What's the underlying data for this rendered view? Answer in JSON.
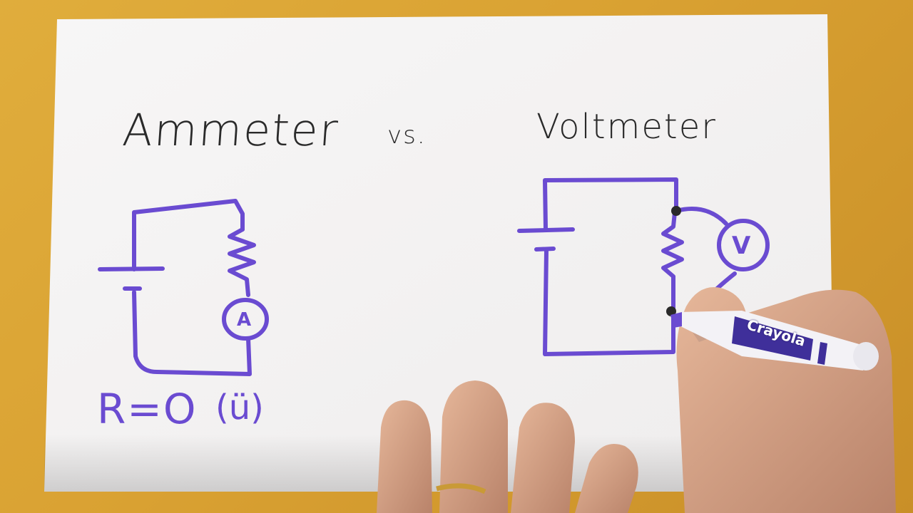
{
  "board": {
    "title_left": "Ammeter",
    "title_vs": "vs.",
    "title_right": "Voltmeter"
  },
  "ammeter_circuit": {
    "meter_symbol": "A",
    "resistance_note": "R=O",
    "emoticon": "(ü)"
  },
  "voltmeter_circuit": {
    "meter_symbol": "V"
  },
  "marker": {
    "brand": "Crayola",
    "ink_color": "#6a4bd1"
  },
  "colors": {
    "paper": "#f6f4f3",
    "table": "#d9a132",
    "ink": "#6a4bd1"
  }
}
